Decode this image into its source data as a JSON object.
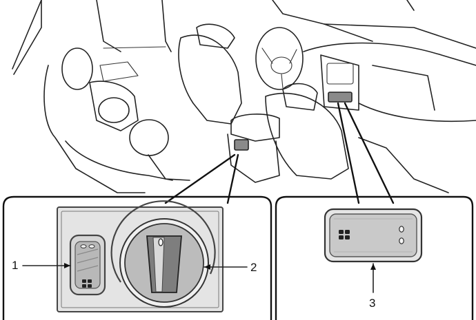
{
  "callouts": [
    {
      "id": "1",
      "label": "1"
    },
    {
      "id": "2",
      "label": "2"
    },
    {
      "id": "3",
      "label": "3"
    }
  ],
  "colors": {
    "ink": "#222222",
    "panel_fill": "#d6d6d6",
    "background": "#ffffff"
  },
  "icons": [
    "rear-fan-icon",
    "front-fan-icon",
    "indicator-lamp-icon",
    "rotary-knob-icon"
  ]
}
